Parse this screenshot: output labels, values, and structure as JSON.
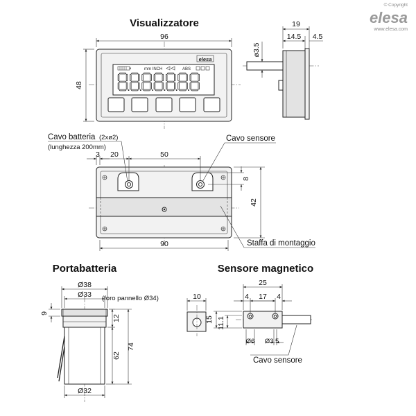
{
  "branding": {
    "copyright": "© Copyright",
    "logo_text": "elesa",
    "website": "www.elesa.com"
  },
  "sections": {
    "display": "Visualizzatore",
    "battery_holder": "Portabatteria",
    "magnetic_sensor": "Sensore magnetico"
  },
  "display_front": {
    "width": "96",
    "height": "48",
    "lcd_indicators": "mm  INCH",
    "lcd_abs": "ABS",
    "digits": "8.8.8.8.8.8.8"
  },
  "display_side": {
    "overall": "19",
    "body": "14.5",
    "flange": "4.5",
    "cable_dia": "ø3.5"
  },
  "display_back": {
    "battery_cable": "Cavo batteria",
    "battery_cable_spec": "(2xø2)",
    "battery_cable_length": "(lunghezza 200mm)",
    "sensor_cable": "Cavo sensore",
    "mounting_bracket": "Staffa di montaggio",
    "dim_3": "3",
    "dim_20": "20",
    "dim_50": "50",
    "dim_8": "8",
    "dim_42": "42",
    "dim_90": "90"
  },
  "battery_holder": {
    "dia_outer": "Ø38",
    "dia_thread": "Ø33",
    "panel_hole": "(foro pannello Ø34)",
    "dim_9": "9",
    "dim_12": "12",
    "dim_62": "62",
    "dim_74": "74",
    "dia_body": "Ø32"
  },
  "magnetic_sensor": {
    "dim_25": "25",
    "dim_4a": "4",
    "dim_17": "17",
    "dim_4b": "4",
    "dim_10": "10",
    "dim_15": "15",
    "dim_11_1": "11.1",
    "dim_6": "Ø6",
    "dim_3_5": "Ø3.5",
    "cable": "Cavo sensore"
  }
}
